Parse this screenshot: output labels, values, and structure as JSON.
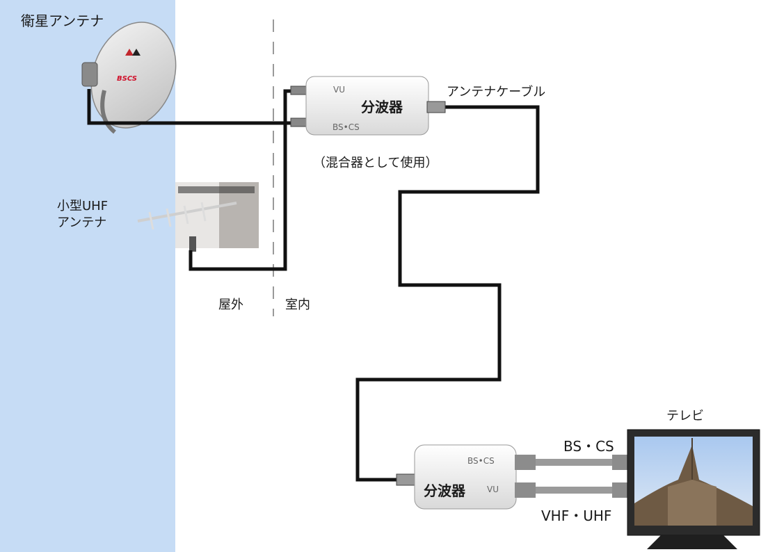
{
  "satellite_antenna": {
    "label": "衛星アンテナ",
    "logo_text": "BSCS"
  },
  "uhf_antenna": {
    "label_line1": "小型UHF",
    "label_line2": "アンテナ"
  },
  "zones": {
    "outdoor": "屋外",
    "indoor": "室内"
  },
  "top_splitter": {
    "name": "分波器",
    "port_vu": "VU",
    "port_bscs": "BS•CS",
    "note": "（混合器として使用）"
  },
  "cable_label": "アンテナケーブル",
  "bottom_splitter": {
    "name": "分波器",
    "port_bscs": "BS•CS",
    "port_vu": "VU"
  },
  "tv": {
    "label": "テレビ",
    "input_bscs": "BS・CS",
    "input_vhf_uhf": "VHF・UHF"
  },
  "colors": {
    "wall": "#c6dcf5",
    "cable": "#111111",
    "splitter": "#eeeeee"
  }
}
